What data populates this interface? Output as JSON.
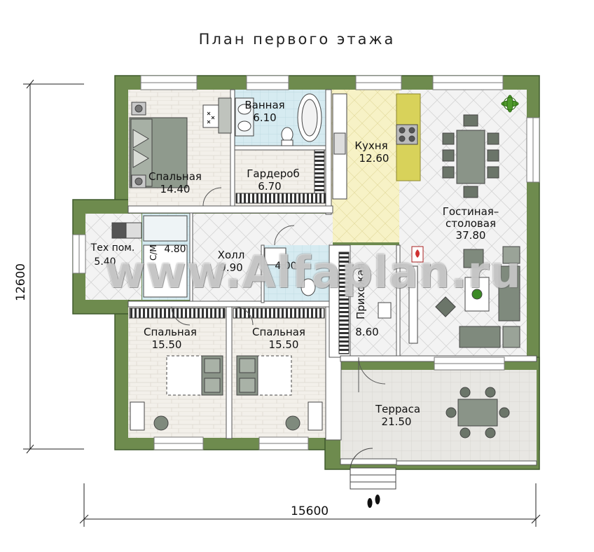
{
  "title": "План первого этажа",
  "dimensions": {
    "width": "15600",
    "height": "12600"
  },
  "rooms": {
    "bedroom_main": {
      "name": "Спальная",
      "area": "14.40"
    },
    "bathroom": {
      "name": "Ванная",
      "area": "6.10"
    },
    "wardrobe": {
      "name": "Гардероб",
      "area": "6.70"
    },
    "kitchen": {
      "name": "Кухня",
      "area": "12.60"
    },
    "living": {
      "name": "Гостиная–",
      "name2": "столовая",
      "area": "37.80"
    },
    "tech": {
      "name": "Тех пом.",
      "area": "5.40"
    },
    "washer": {
      "name": "С/М"
    },
    "closet": {
      "area": "4.80"
    },
    "hall": {
      "name": "Холл",
      "area": "9.90"
    },
    "wc": {
      "area": "4.00"
    },
    "entry": {
      "name": "Прихожая",
      "area": "8.60"
    },
    "bedroom_left": {
      "name": "Спальная",
      "area": "15.50"
    },
    "bedroom_right": {
      "name": "Спальная",
      "area": "15.50"
    },
    "terrace": {
      "name": "Терраса",
      "area": "21.50"
    }
  },
  "watermark": "www.Alfaplan.ru",
  "colors": {
    "wall": "#6e8b4e",
    "wall_outline": "#3f5a2c",
    "kitchen_floor": "#f7f2c4",
    "bath_floor": "#d8ecf2",
    "wood_floor": "#f3f0ea",
    "tile_floor": "#f1f1f1",
    "terrace_floor": "#e9e8e4",
    "furniture": "#8a9488"
  }
}
